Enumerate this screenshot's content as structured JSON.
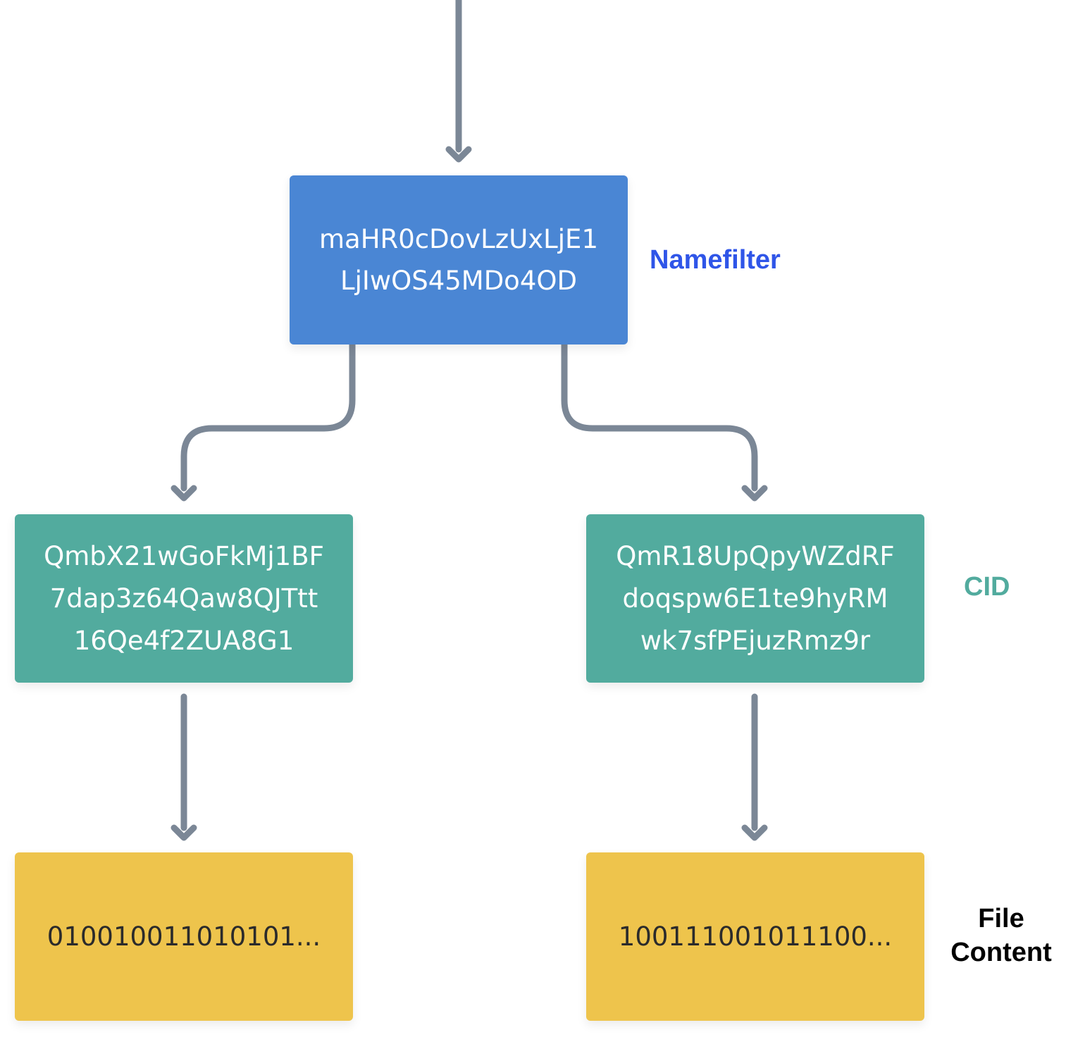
{
  "colors": {
    "namefilter_fill": "#4a86d4",
    "cid_fill": "#52ab9e",
    "file_fill": "#eec44c",
    "connector": "#7b8796",
    "namefilter_label": "#2f55e8",
    "cid_label": "#52ab9e",
    "file_label": "#000000"
  },
  "nodes": {
    "namefilter": {
      "lines": [
        "maHR0cDovLzUxLjE1",
        "LjIwOS45MDo4OD"
      ]
    },
    "cid_left": {
      "lines": [
        "QmbX21wGoFkMj1BF",
        "7dap3z64Qaw8QJTtt",
        "16Qe4f2ZUA8G1"
      ]
    },
    "cid_right": {
      "lines": [
        "QmR18UpQpyWZdRF",
        "doqspw6E1te9hyRM",
        "wk7sfPEjuzRmz9r"
      ]
    },
    "file_left": {
      "lines": [
        "010010011010101..."
      ]
    },
    "file_right": {
      "lines": [
        "100111001011100..."
      ]
    }
  },
  "labels": {
    "namefilter": "Namefilter",
    "cid": "CID",
    "file_content": [
      "File",
      "Content"
    ]
  },
  "edges": [
    {
      "from": "(incoming)",
      "to": "namefilter"
    },
    {
      "from": "namefilter",
      "to": "cid_left"
    },
    {
      "from": "namefilter",
      "to": "cid_right"
    },
    {
      "from": "cid_left",
      "to": "file_left"
    },
    {
      "from": "cid_right",
      "to": "file_right"
    }
  ]
}
